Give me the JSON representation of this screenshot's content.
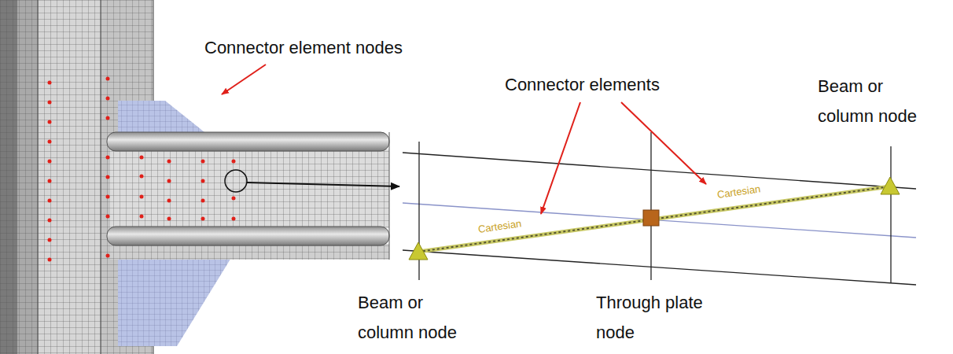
{
  "diagram": {
    "labels": [
      "Connector element nodes",
      "Connector elements",
      "Beam or column node",
      "Cartesian",
      "Cartesian",
      "Beam or column node",
      "Through plate node"
    ]
  }
}
